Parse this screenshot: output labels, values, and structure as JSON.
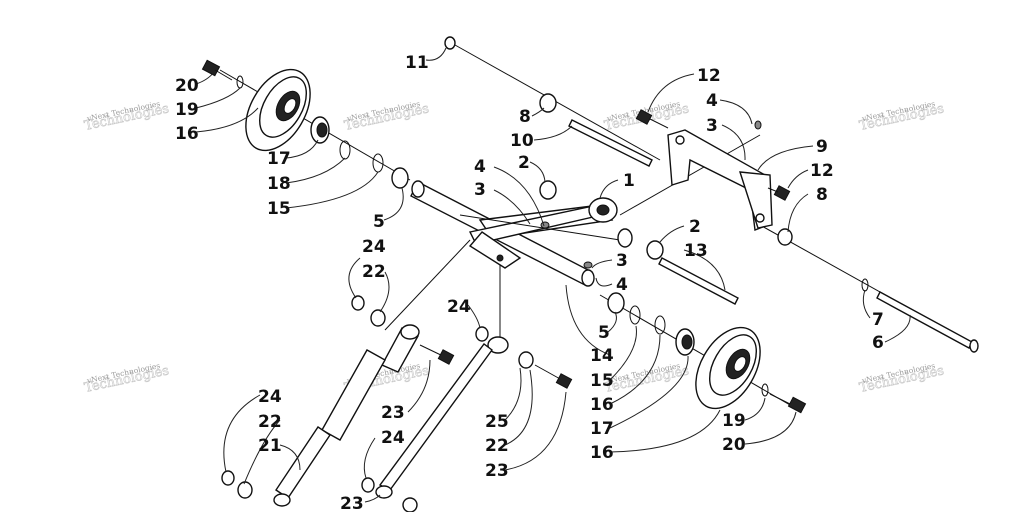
{
  "diagram": {
    "watermark_text": "vNext Technologies",
    "callouts": [
      {
        "id": "c1",
        "text": "1"
      },
      {
        "id": "c2a",
        "text": "2"
      },
      {
        "id": "c2b",
        "text": "2"
      },
      {
        "id": "c3a",
        "text": "3"
      },
      {
        "id": "c3b",
        "text": "3"
      },
      {
        "id": "c3c",
        "text": "3"
      },
      {
        "id": "c4a",
        "text": "4"
      },
      {
        "id": "c4b",
        "text": "4"
      },
      {
        "id": "c4c",
        "text": "4"
      },
      {
        "id": "c5a",
        "text": "5"
      },
      {
        "id": "c5b",
        "text": "5"
      },
      {
        "id": "c6",
        "text": "6"
      },
      {
        "id": "c7",
        "text": "7"
      },
      {
        "id": "c8a",
        "text": "8"
      },
      {
        "id": "c8b",
        "text": "8"
      },
      {
        "id": "c9",
        "text": "9"
      },
      {
        "id": "c10",
        "text": "10"
      },
      {
        "id": "c11",
        "text": "11"
      },
      {
        "id": "c12a",
        "text": "12"
      },
      {
        "id": "c12b",
        "text": "12"
      },
      {
        "id": "c13",
        "text": "13"
      },
      {
        "id": "c14",
        "text": "14"
      },
      {
        "id": "c15a",
        "text": "15"
      },
      {
        "id": "c15b",
        "text": "15"
      },
      {
        "id": "c16a",
        "text": "16"
      },
      {
        "id": "c16b",
        "text": "16"
      },
      {
        "id": "c16c",
        "text": "16"
      },
      {
        "id": "c17a",
        "text": "17"
      },
      {
        "id": "c17b",
        "text": "17"
      },
      {
        "id": "c18a",
        "text": "18"
      },
      {
        "id": "c19a",
        "text": "19"
      },
      {
        "id": "c19b",
        "text": "19"
      },
      {
        "id": "c20a",
        "text": "20"
      },
      {
        "id": "c20b",
        "text": "20"
      },
      {
        "id": "c21",
        "text": "21"
      },
      {
        "id": "c22a",
        "text": "22"
      },
      {
        "id": "c22b",
        "text": "22"
      },
      {
        "id": "c22c",
        "text": "22"
      },
      {
        "id": "c23a",
        "text": "23"
      },
      {
        "id": "c23b",
        "text": "23"
      },
      {
        "id": "c23c",
        "text": "23"
      },
      {
        "id": "c24a",
        "text": "24"
      },
      {
        "id": "c24b",
        "text": "24"
      },
      {
        "id": "c24c",
        "text": "24"
      },
      {
        "id": "c24d",
        "text": "24"
      },
      {
        "id": "c25",
        "text": "25"
      }
    ]
  }
}
